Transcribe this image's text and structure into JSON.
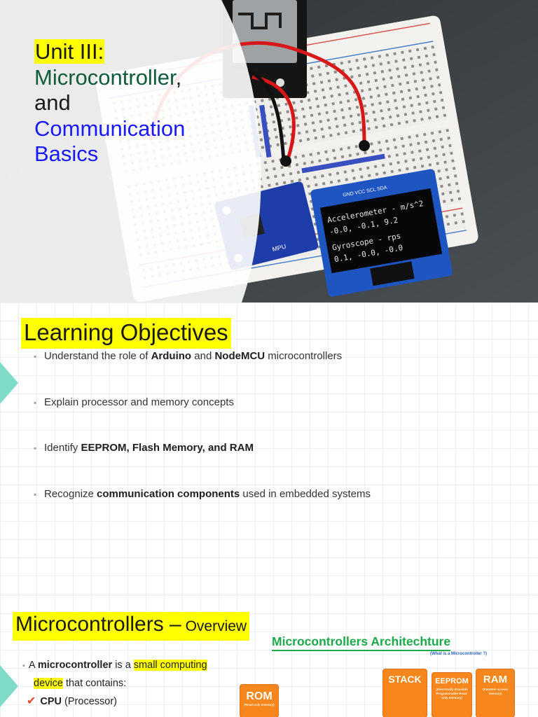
{
  "slide1": {
    "title_line1": "Unit III:",
    "title_line2": "Microcontroller",
    "title_line2_punct": ",",
    "title_line3": "and",
    "title_line4": "Communication",
    "title_line5": "Basics",
    "oled_line1": "Accelerometer - m/s^2",
    "oled_line2": "-0.0, -0.1, 9.2",
    "oled_line3": "Gyroscope - rps",
    "oled_line4": "0.1, -0.0, -0.0",
    "oled_pins": "GND VCC SCL SDA",
    "mpu_label": "MPU"
  },
  "slide2": {
    "heading": "Learning Objectives",
    "objectives": [
      {
        "pre": "Understand the role of ",
        "b1": "Arduino",
        "mid": " and ",
        "b2": "NodeMCU",
        "post": " microcontrollers"
      },
      {
        "pre": "Explain processor and memory concepts"
      },
      {
        "pre": "Identify ",
        "b1": "EEPROM, Flash Memory, and RAM"
      },
      {
        "pre": "Recognize ",
        "b1": "communication components",
        "post": " used in embedded systems"
      }
    ]
  },
  "slide3": {
    "heading_big": "Microcontrollers –",
    "heading_small": " Overview",
    "intro_a": "A ",
    "intro_b": "microcontroller",
    "intro_c": " is a ",
    "intro_hl1": "small computing",
    "intro_hl2": "device",
    "intro_d": " that contains:",
    "cpu_b": "CPU",
    "cpu_rest": " (Processor)",
    "arch_title": "Microcontrollers Architechture",
    "arch_sub": "(What is a Microcontroller ?)",
    "boxes": {
      "rom": {
        "label": "ROM",
        "sub": "(Read only memory)"
      },
      "stack": {
        "label": "STACK",
        "sub": ""
      },
      "eeprom": {
        "label": "EEPROM",
        "sub": "(Electrically Erasable Programmable Read-only memory)"
      },
      "ram": {
        "label": "RAM",
        "sub": "(Random access memory)"
      }
    }
  },
  "colors": {
    "highlight": "#ffff00",
    "title_green": "#0f5b3a",
    "title_blue": "#1a1aff",
    "arch_green": "#1da84a",
    "box_orange": "#f7861d",
    "teal_arrow": "#7fdcc9",
    "check_red": "#e8452c"
  }
}
